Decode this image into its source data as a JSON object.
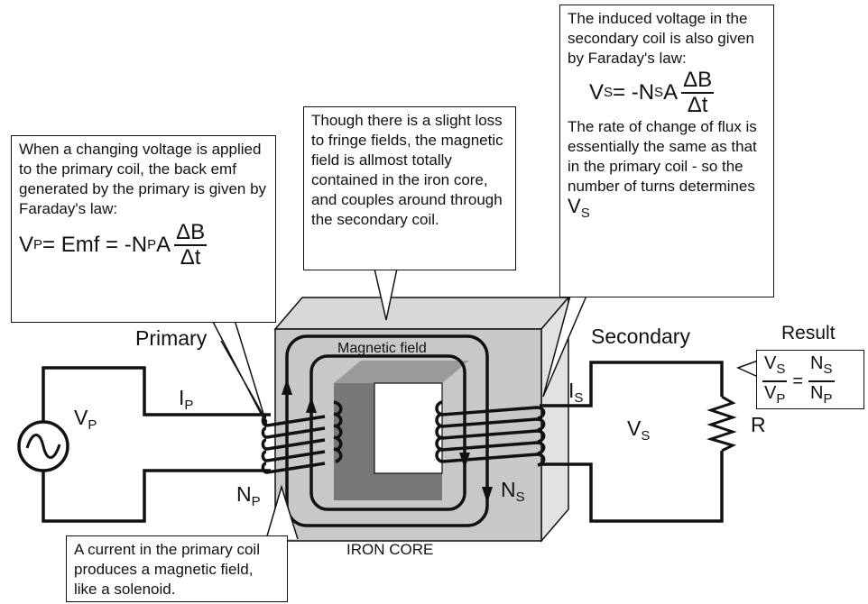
{
  "callouts": {
    "primary": {
      "text": "When a changing voltage is applied to the primary coil, the back emf generated by the primary is given by Faraday's law:",
      "eq_vp": "V",
      "eq_vp_sub": "P",
      "eq_mid": " = Emf = -N",
      "eq_np_sub": "P",
      "eq_a": " A",
      "eq_num": "ΔB",
      "eq_den": "Δt"
    },
    "core": {
      "text": "Though there is a slight loss to fringe fields, the magnetic field is allmost totally contained in the iron core, and couples around through the secondary coil."
    },
    "secondary": {
      "text_top": "The induced voltage in the secondary coil is also given by Faraday's law:",
      "eq_vs": "V",
      "eq_vs_sub": "S",
      "eq_mid": " = -N",
      "eq_ns_sub": "S",
      "eq_a": " A",
      "eq_num": "ΔB",
      "eq_den": "Δt",
      "text_bottom": "The rate of change of flux is essentially the same as that in the primary coil - so the number of turns determines",
      "determines_v": "V",
      "determines_sub": "S"
    },
    "current": {
      "text": "A current in the primary coil produces a magnetic field, like a solenoid."
    }
  },
  "labels": {
    "primary": "Primary",
    "secondary": "Secondary",
    "result": "Result",
    "magnetic_field": "Magnetic field",
    "iron_core": "IRON CORE",
    "ip": "I",
    "ip_sub": "P",
    "is": "I",
    "is_sub": "S",
    "vp": "V",
    "vp_sub": "P",
    "vs": "V",
    "vs_sub": "S",
    "np": "N",
    "np_sub": "P",
    "ns": "N",
    "ns_sub": "S",
    "r": "R"
  },
  "result": {
    "num_left": "V",
    "num_left_sub": "S",
    "den_left": "V",
    "den_left_sub": "P",
    "equals": "=",
    "num_right": "N",
    "num_right_sub": "S",
    "den_right": "N",
    "den_right_sub": "P"
  },
  "colors": {
    "core_face": "#c8c8c8",
    "core_top": "#d8d8d8",
    "core_side": "#e2e2e2",
    "window": "#777777",
    "line": "#111111"
  }
}
